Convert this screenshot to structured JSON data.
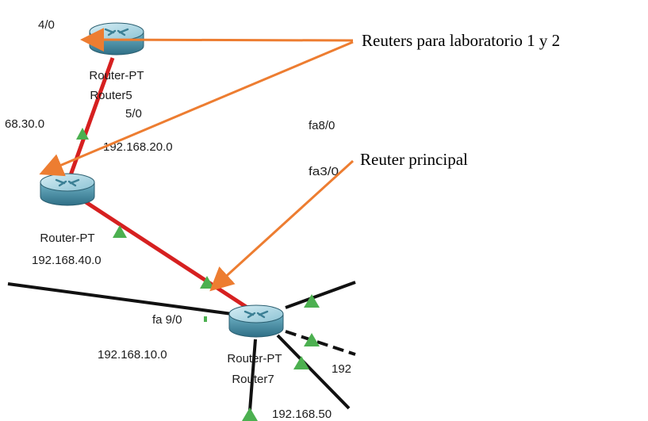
{
  "colors": {
    "link_red": "#d62020",
    "link_black": "#111111",
    "link_up_triangle": "#4cb050",
    "annotation_arrow": "#ed7d31",
    "router_body": "#5fa3b8",
    "router_top": "#a9d4e2"
  },
  "routers": [
    {
      "name_line1": "Router-PT",
      "name_line2": "Router5"
    },
    {
      "name_line1": "Router-PT",
      "name_line2": ""
    },
    {
      "name_line1": "Router-PT",
      "name_line2": "Router7"
    }
  ],
  "interface_labels": {
    "r5_top": "4/0",
    "r5_bottom": "5/0",
    "r7_left": "fa 9/0",
    "fa8": "fa8/0",
    "fa3": "fa3/0"
  },
  "network_labels": {
    "net30": "68.30.0",
    "net20": "192.168.20.0",
    "net40": "192.168.40.0",
    "net10": "192.168.10.0",
    "net_partial": "192",
    "net50": "192.168.50"
  },
  "annotations": {
    "lab_routers": "Reuters para laboratorio 1 y 2",
    "main_router": "Reuter principal"
  }
}
